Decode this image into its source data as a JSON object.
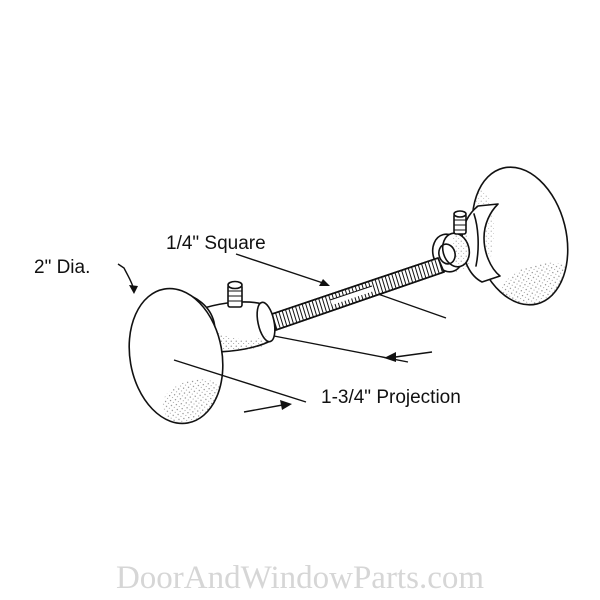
{
  "labels": {
    "diameter": "2\" Dia.",
    "square": "1/4\" Square",
    "projection": "1-3/4\" Projection"
  },
  "watermark": "DoorAndWindowParts.com",
  "colors": {
    "ink": "#111111",
    "watermark": "#d6d6d6",
    "background": "#ffffff"
  },
  "icons": [
    "door-knob-left",
    "door-knob-right",
    "threaded-spindle",
    "set-screw"
  ]
}
